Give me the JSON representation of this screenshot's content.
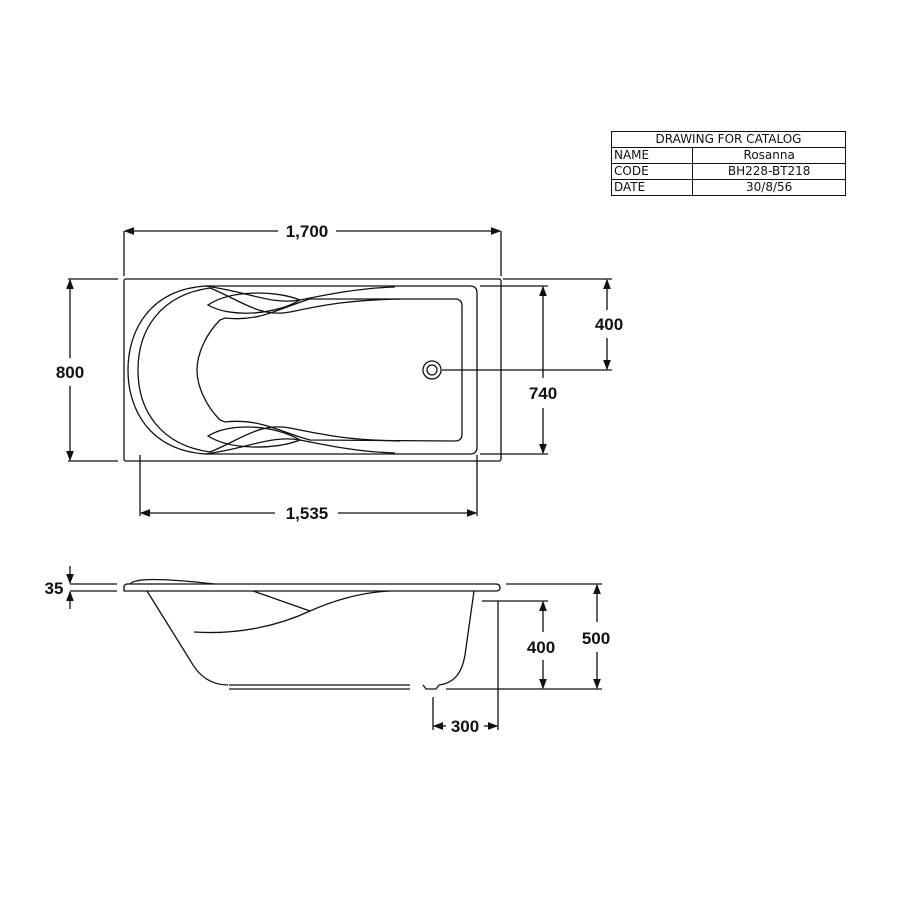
{
  "title_block": {
    "title": "DRAWING FOR CATALOG",
    "rows": [
      {
        "label": "NAME",
        "value": "Rosanna"
      },
      {
        "label": "CODE",
        "value": "BH228-BT218"
      },
      {
        "label": "DATE",
        "value": "30/8/56"
      }
    ]
  },
  "top_view": {
    "overall_length": "1,700",
    "overall_width": "800",
    "inner_length": "1,535",
    "inner_width": "740",
    "drain_offset": "400"
  },
  "side_view": {
    "rim_thickness": "35",
    "overall_height": "500",
    "inner_depth": "400",
    "drain_offset_from_end": "300"
  },
  "colors": {
    "line": "#111111",
    "background": "#ffffff"
  }
}
